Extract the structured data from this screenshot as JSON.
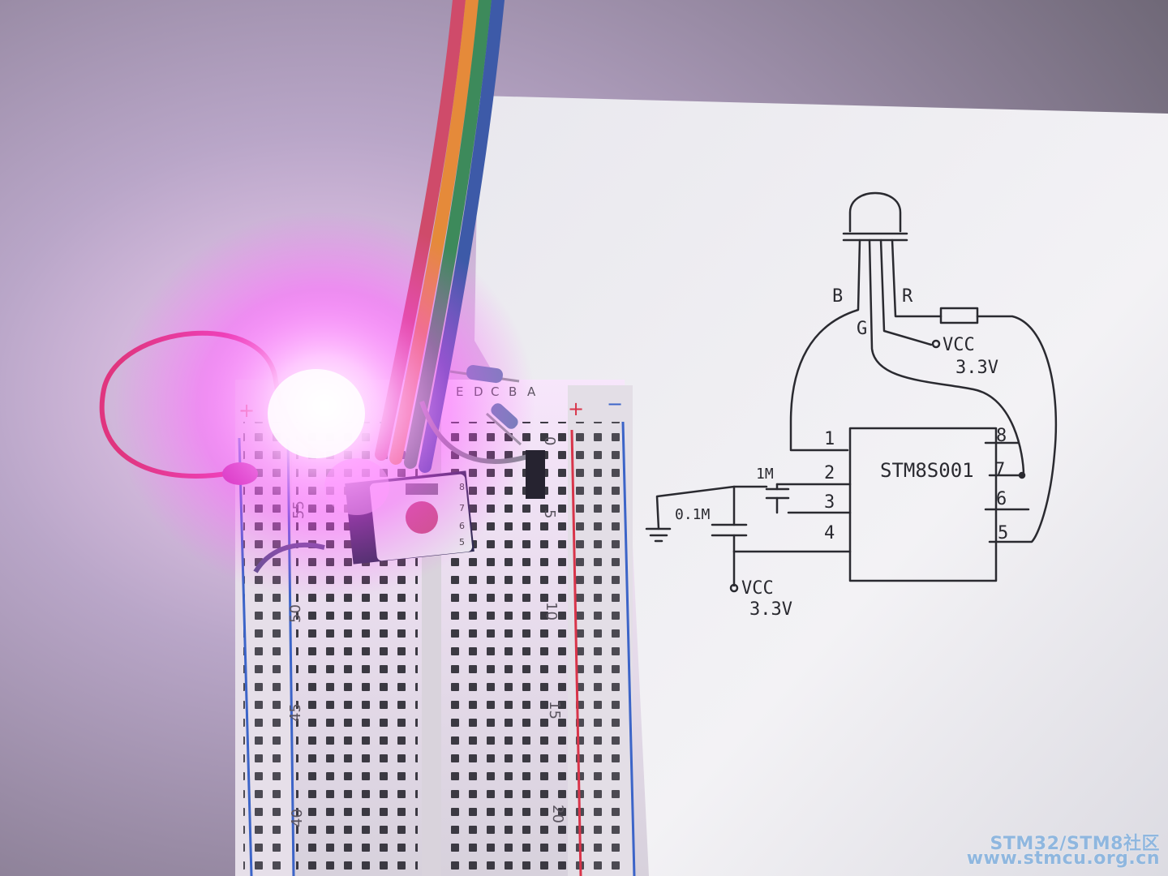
{
  "photo": {
    "breadboard": {
      "row_numbers": [
        "0",
        "5",
        "10",
        "15",
        "20",
        "40",
        "45",
        "50",
        "55"
      ],
      "column_letters": [
        "A",
        "B",
        "C",
        "D",
        "E"
      ],
      "rail_plus": "+",
      "rail_minus": "−"
    },
    "module_pins": [
      "8",
      "7",
      "6",
      "5"
    ]
  },
  "schematic": {
    "led_pins": {
      "b": "B",
      "g": "G",
      "r": "R"
    },
    "vcc_top": "VCC",
    "vcc_top_value": "3.3V",
    "vcc_bottom": "VCC",
    "vcc_bottom_value": "3.3V",
    "chip_label": "STM8S001",
    "pins": {
      "p1": "1",
      "p2": "2",
      "p3": "3",
      "p4": "4",
      "p5": "5",
      "p6": "6",
      "p7": "7",
      "p8": "8"
    },
    "cap_small": "1M",
    "cap_large": "0.1M"
  },
  "watermark": {
    "line1": "STM32/STM8社区",
    "line2": "www.stmcu.org.cn"
  },
  "colors": {
    "led_glow": "#ff4dff",
    "paper": "#f2f1f4",
    "ink": "#2a2a30",
    "watermark": "#8fb7df"
  }
}
